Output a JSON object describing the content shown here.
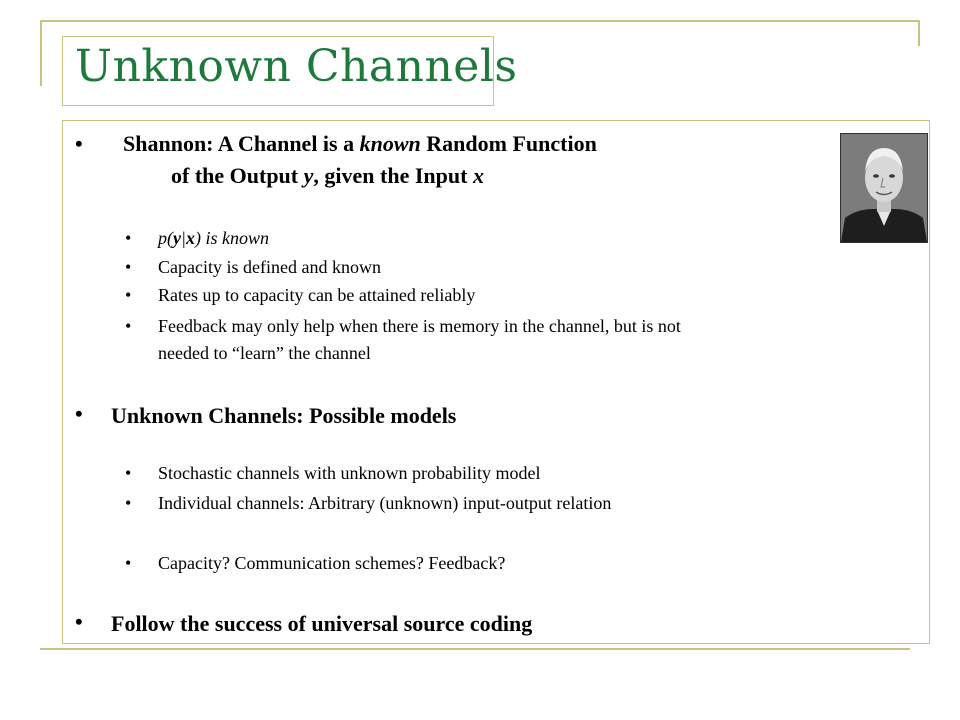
{
  "slide": {
    "title": "Unknown Channels",
    "shannon": {
      "line1": {
        "a": "Shannon:  A Channel is a ",
        "known": "known",
        "b": " Random Function"
      },
      "line2": {
        "a": "of the Output ",
        "y": "y",
        "b": ", given the Input ",
        "x": "x"
      },
      "sub": {
        "pyx": {
          "a": "p(",
          "y": "y",
          "bar": "|",
          "x": "x",
          "b": ") is known"
        },
        "items": [
          "Capacity is defined and known",
          "Rates up to capacity can be attained reliably",
          "Feedback may only help when there is memory in the channel, but is not",
          "needed to “learn” the channel"
        ]
      }
    },
    "unknown": {
      "heading": "Unknown Channels: Possible models",
      "items": [
        "Stochastic channels with unknown probability model",
        "Individual channels: Arbitrary (unknown) input-output relation",
        "Capacity? Communication schemes? Feedback?"
      ]
    },
    "follow": "Follow the success of universal source coding",
    "bullet_symbol": "•",
    "colors": {
      "title": "#1e7a3c",
      "rule": "#c7c381"
    }
  }
}
